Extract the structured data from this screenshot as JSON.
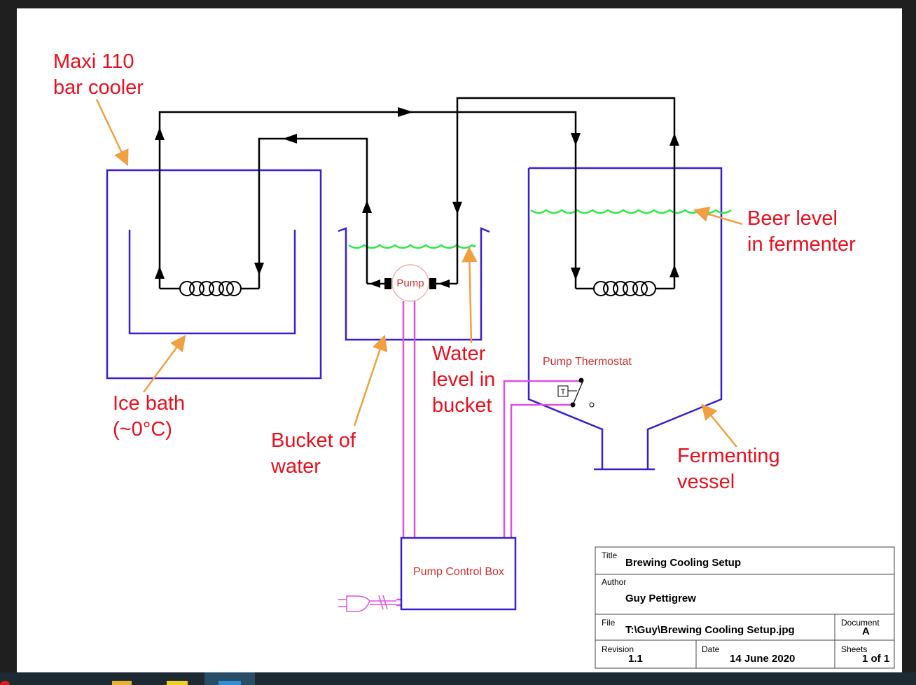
{
  "labels": {
    "cooler_line1": "Maxi 110",
    "cooler_line2": "bar cooler",
    "icebath_line1": "Ice bath",
    "icebath_line2": "(~0°C)",
    "bucket_line1": "Bucket of",
    "bucket_line2": "water",
    "waterlevel_line1": "Water",
    "waterlevel_line2": "level in",
    "waterlevel_line3": "bucket",
    "beer_line1": "Beer level",
    "beer_line2": "in fermenter",
    "vessel_line1": "Fermenting",
    "vessel_line2": "vessel",
    "pump": "Pump",
    "pump_thermostat": "Pump Thermostat",
    "thermostat_t": "T",
    "control_box": "Pump Control Box"
  },
  "title_block": {
    "title_label": "Title",
    "title_value": "Brewing Cooling Setup",
    "author_label": "Author",
    "author_value": "Guy Pettigrew",
    "file_label": "File",
    "file_value": "T:\\Guy\\Brewing Cooling Setup.jpg",
    "document_label": "Document",
    "document_value": "A",
    "revision_label": "Revision",
    "revision_value": "1.1",
    "date_label": "Date",
    "date_value": "14 June 2020",
    "sheets_label": "Sheets",
    "sheets_value": "1 of 1"
  },
  "colors": {
    "annotation_red": "#e8101e",
    "arrow_orange": "#f0a040",
    "vessel_blue": "#3a1fd0",
    "liquid_green": "#2ee84a",
    "wiring_magenta": "#e050e0",
    "device_text": "#d03030",
    "pipe_black": "#000000"
  }
}
